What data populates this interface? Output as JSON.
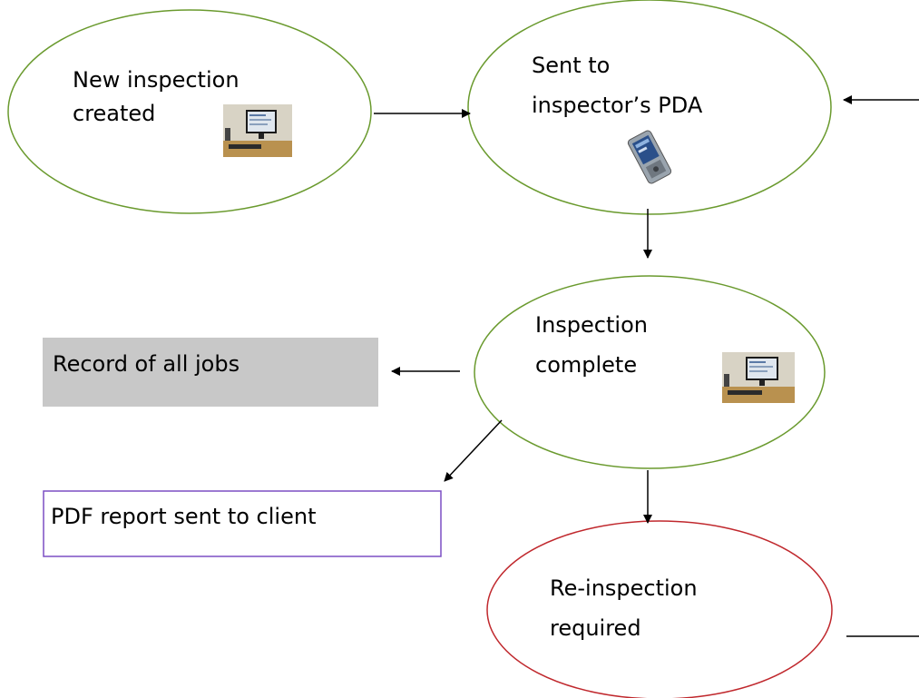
{
  "nodes": {
    "new_inspection": {
      "line1": "New inspection",
      "line2": "created",
      "icon": "desktop-computer-icon",
      "border_color": "#6a9a2e"
    },
    "sent_to_pda": {
      "line1": "Sent to",
      "line2": "inspector’s PDA",
      "icon": "pda-phone-icon",
      "border_color": "#6a9a2e"
    },
    "inspection_complete": {
      "line1": "Inspection",
      "line2": "complete",
      "icon": "desktop-computer-icon",
      "border_color": "#6a9a2e"
    },
    "reinspection_required": {
      "line1": "Re-inspection",
      "line2": "required",
      "border_color": "#c0282d"
    }
  },
  "boxes": {
    "record_of_all_jobs": {
      "label": "Record of all jobs",
      "fill_color": "#c8c8c8"
    },
    "pdf_report": {
      "label": "PDF report sent to client",
      "border_color": "#7b4fc4"
    }
  }
}
